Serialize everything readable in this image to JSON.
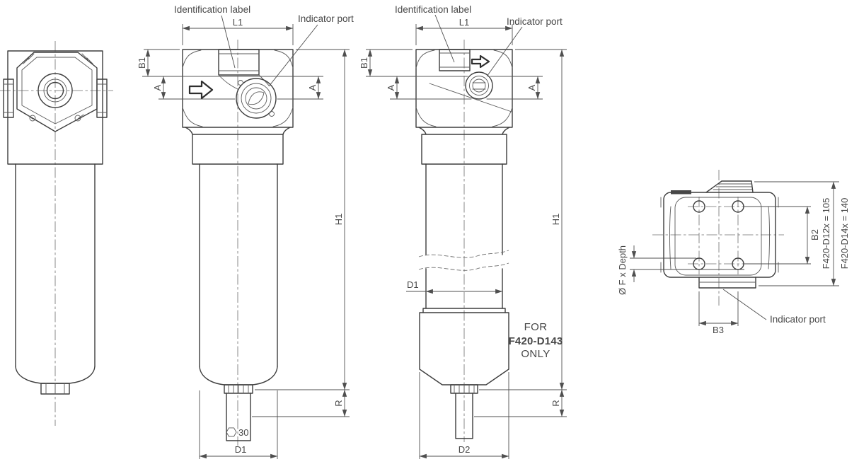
{
  "drawing": {
    "front_view": {
      "identification_label": "Identification label",
      "indicator_port": "Indicator port",
      "l1": "L1",
      "b1": "B1",
      "a_left": "A",
      "a_right": "A",
      "h1": "H1",
      "r": "R",
      "hex_size": "30",
      "d1": "D1"
    },
    "long_view": {
      "identification_label": "Identification label",
      "indicator_port": "Indicator port",
      "l1": "L1",
      "b1": "B1",
      "a_left": "A",
      "a_right": "A",
      "h1": "H1",
      "d1": "D1",
      "r": "R",
      "d2": "D2",
      "note_for": "FOR",
      "note_model": "F420-D143",
      "note_only": "ONLY"
    },
    "top_view": {
      "f_depth": "Ø F x Depth",
      "b2": "B2",
      "b3": "B3",
      "extent_d12x": "F420-D12x = 105",
      "extent_d14x": "F420-D14x = 140",
      "indicator_port": "Indicator port"
    },
    "colors": {
      "line": "#3d3d3d",
      "text": "#474747",
      "background": "#ffffff"
    }
  }
}
